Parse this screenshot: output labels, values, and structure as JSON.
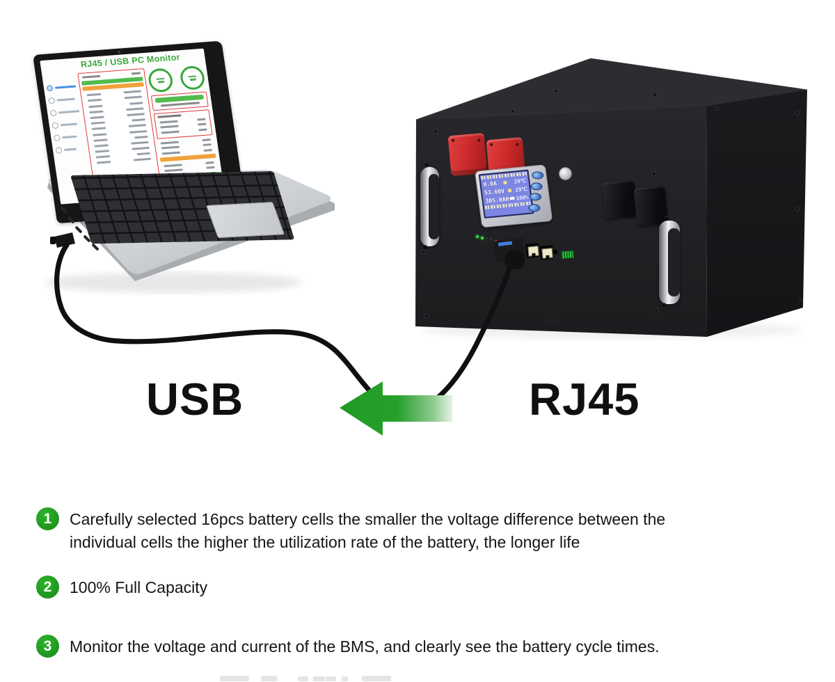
{
  "laptop_screen": {
    "title": "RJ45 / USB PC Monitor"
  },
  "device_lcd": {
    "rows": [
      {
        "value": "0.0A",
        "right": "29℃"
      },
      {
        "value": "53.60V",
        "right": "29℃"
      },
      {
        "value": "305.0AH",
        "right": "100%"
      }
    ]
  },
  "connection": {
    "left_label": "USB",
    "right_label": "RJ45"
  },
  "features": [
    {
      "num": "1",
      "lines": [
        "Carefully selected 16pcs battery cells the smaller the voltage difference between the",
        "individual cells the higher the utilization rate of the battery, the longer life"
      ]
    },
    {
      "num": "2",
      "lines": [
        "100% Full Capacity"
      ]
    },
    {
      "num": "3",
      "lines": [
        "Monitor the voltage and current of the BMS, and clearly see the battery cycle times."
      ]
    }
  ],
  "colors": {
    "feature_badge_green": "#1f9b1f",
    "arrow_green": "#23a126",
    "screen_title_green": "#3aa83a",
    "table_outline_red": "#e03a3a",
    "lcd_background": "#7d86e2",
    "terminal_red": "#d23030"
  }
}
